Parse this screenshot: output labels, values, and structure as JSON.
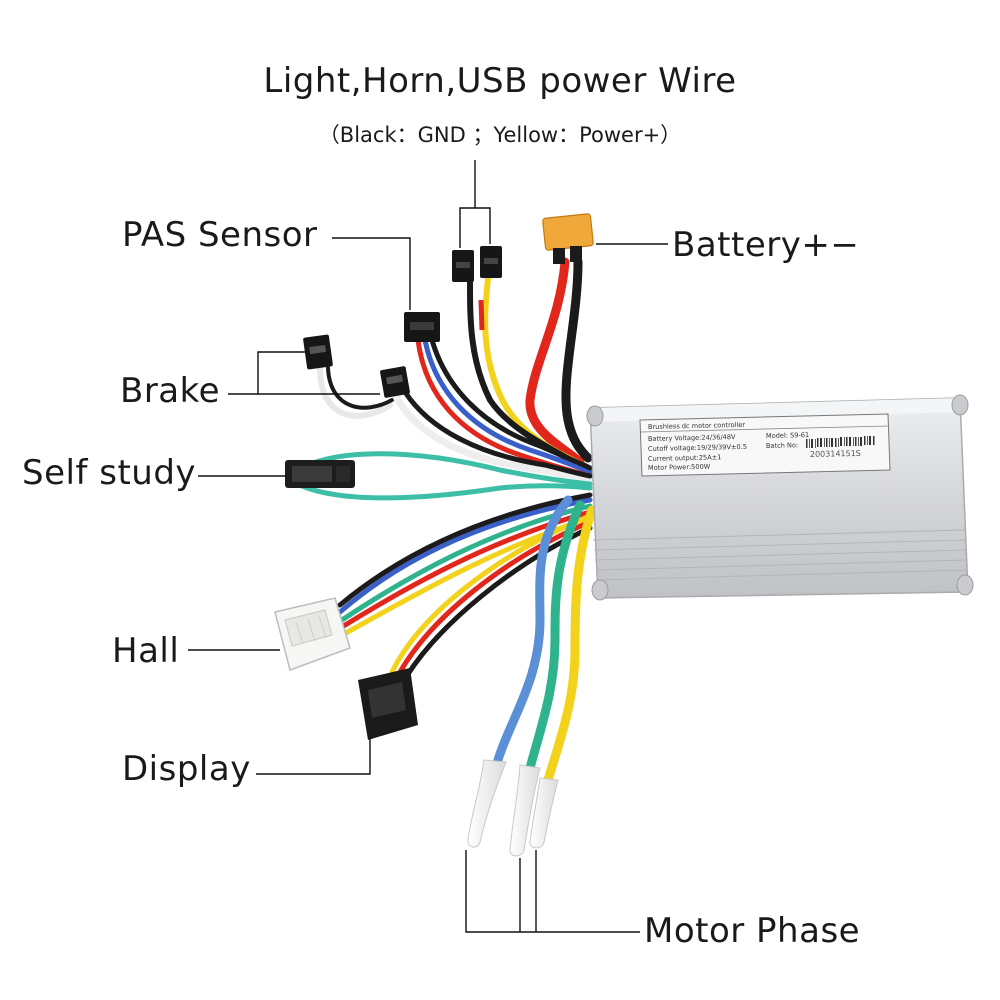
{
  "labels": {
    "title": "Light,Horn,USB power Wire",
    "subtitle": "（Black：GND ；Yellow：Power+）",
    "pas_sensor": "PAS Sensor",
    "battery": "Battery+−",
    "brake": "Brake",
    "self_study": "Self study",
    "hall": "Hall",
    "display": "Display",
    "motor_phase": "Motor Phase"
  },
  "plate": {
    "heading": "Brushless dc motor controller",
    "battery_voltage": "Battery Voltage:24/36/48V",
    "model": "Model: S9-61",
    "cutoff_voltage": "Cutoff voltage:19/29/39V±0.5",
    "batch": "Batch No:",
    "current_output": "Current output:25A±1",
    "motor_power": "Motor Power:500W",
    "serial": "200314151S"
  },
  "colors": {
    "background": "#ffffff",
    "housing": "#d9dadc",
    "wire_red": "#e1261c",
    "wire_yellow": "#f2d21a",
    "wire_blue": "#5b8fd6",
    "wire_green": "#2fb38c",
    "wire_black": "#1b1b1b",
    "wire_white": "#f4f4f4",
    "wire_teal": "#3dbfa7",
    "battery_connector": "#f0a83a"
  }
}
